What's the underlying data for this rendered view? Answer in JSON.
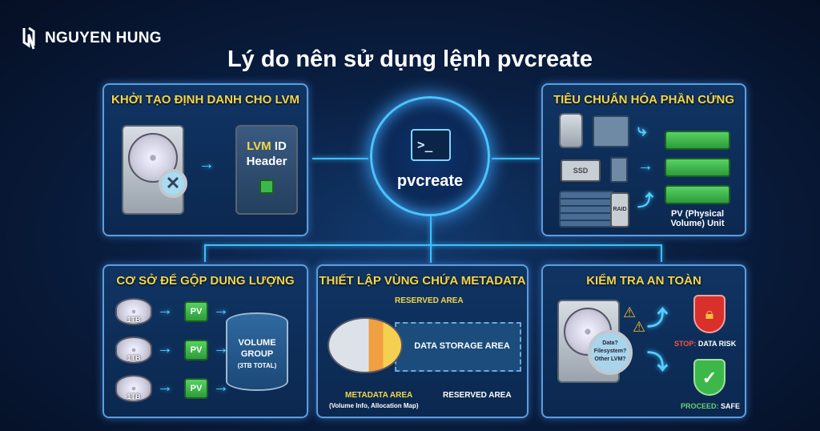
{
  "brand": {
    "name": "NGUYEN HUNG"
  },
  "title": "Lý do nên sử dụng lệnh pvcreate",
  "center": {
    "label": "pvcreate",
    "icon": "terminal-icon"
  },
  "colors": {
    "accent": "#3fc0ff",
    "heading": "#f5d64a",
    "panel": "#103463",
    "border": "#5c9ee0",
    "pv_green": "#3cb84a",
    "danger": "#d9302c"
  },
  "panels": {
    "identity": {
      "title": "KHỞI TẠO ĐỊNH DANH CHO LVM",
      "header_line1_a": "LVM",
      "header_line1_b": "ID",
      "header_line2": "Header"
    },
    "standardize": {
      "title": "TIÊU CHUẨN HÓA PHẦN CỨNG",
      "ssd": "SSD",
      "raid": "RAID",
      "pv_label": "PV (Physical Volume) Unit"
    },
    "pooling": {
      "title": "CƠ SỞ ĐỂ GỘP DUNG LƯỢNG",
      "disks": [
        "1TB",
        "1TB",
        "1TB"
      ],
      "pvs": [
        "PV",
        "PV",
        "PV"
      ],
      "vg_line1": "VOLUME",
      "vg_line2": "GROUP",
      "vg_line3": "(3TB TOTAL)"
    },
    "metadata": {
      "title": "THIẾT LẬP VÙNG CHỨA METADATA",
      "reserved_top": "RESERVED AREA",
      "data_area": "DATA STORAGE AREA",
      "metadata_area": "METADATA AREA",
      "metadata_sub": "(Volume Info, Allocation Map)",
      "reserved_bottom": "RESERVED AREA"
    },
    "safety": {
      "title": "KIỂM TRA AN TOÀN",
      "lens_text": [
        "Data?",
        "Filesystem?",
        "Other LVM?"
      ],
      "stop_a": "STOP:",
      "stop_b": "DATA RISK",
      "proceed_a": "PROCEED:",
      "proceed_b": "SAFE"
    }
  }
}
